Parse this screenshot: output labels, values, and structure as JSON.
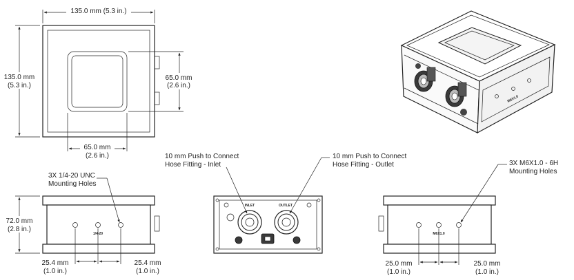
{
  "top_view": {
    "width_label": "135.0 mm (5.3 in.)",
    "height_label_mm": "135.0 mm",
    "height_label_in": "(5.3 in.)",
    "window_h_mm": "65.0 mm",
    "window_h_in": "(2.6 in.)",
    "window_w_mm": "65.0 mm",
    "window_w_in": "(2.6 in.)"
  },
  "left_side_view": {
    "callout_line1": "3X 1/4-20 UNC",
    "callout_line2": "Mounting Holes",
    "height_mm": "72.0 mm",
    "height_in": "(2.8 in.)",
    "left_spacing_mm": "25.4 mm",
    "left_spacing_in": "(1.0 in.)",
    "right_spacing_mm": "25.4 mm",
    "right_spacing_in": "(1.0 in.)",
    "engraving": "1/4-20"
  },
  "front_view": {
    "inlet_line1": "10 mm Push to Connect",
    "inlet_line2": "Hose Fitting - Inlet",
    "outlet_line1": "10 mm Push to Connect",
    "outlet_line2": "Hose Fitting - Outlet",
    "label_inlet": "INLET",
    "label_outlet": "OUTLET"
  },
  "right_side_view": {
    "callout_line1": "3X M6X1.0 - 6H",
    "callout_line2": "Mounting Holes",
    "left_spacing_mm": "25.0 mm",
    "left_spacing_in": "(1.0 in.)",
    "right_spacing_mm": "25.0 mm",
    "right_spacing_in": "(1.0 in.)",
    "engraving": "M6X1.0"
  },
  "iso_view": {
    "engraving": "M6X1.0"
  }
}
